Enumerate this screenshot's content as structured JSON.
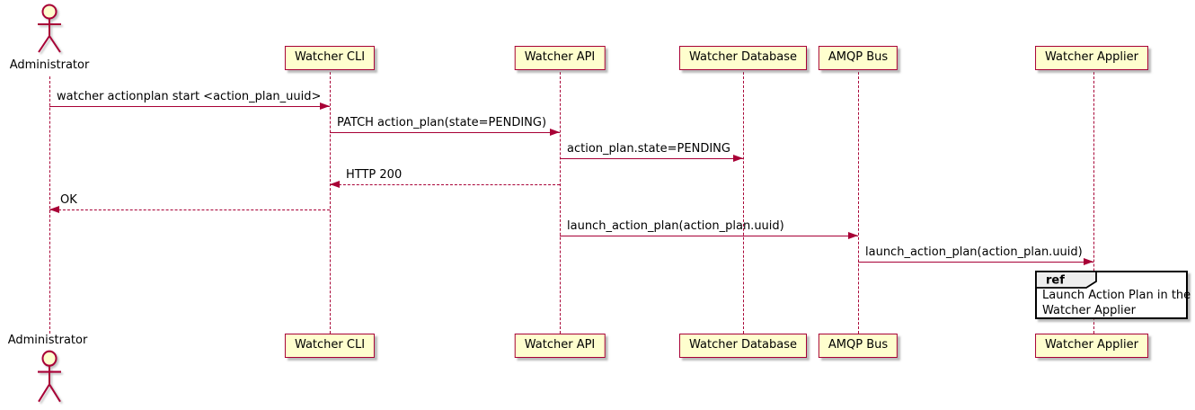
{
  "colors": {
    "accent": "#A80036",
    "participant_fill": "#FEFECE",
    "ref_header_fill": "#EEEEEE",
    "ref_border": "#000000",
    "text": "#000000"
  },
  "actor": {
    "name": "Administrator"
  },
  "participants": [
    {
      "name": "Watcher CLI"
    },
    {
      "name": "Watcher API"
    },
    {
      "name": "Watcher Database"
    },
    {
      "name": "AMQP Bus"
    },
    {
      "name": "Watcher Applier"
    }
  ],
  "messages": [
    {
      "from": "Administrator",
      "to": "Watcher CLI",
      "label": "watcher actionplan start <action_plan_uuid>",
      "line": "solid",
      "direction": "right"
    },
    {
      "from": "Watcher CLI",
      "to": "Watcher API",
      "label": "PATCH action_plan(state=PENDING)",
      "line": "solid",
      "direction": "right"
    },
    {
      "from": "Watcher API",
      "to": "Watcher Database",
      "label": "action_plan.state=PENDING",
      "line": "solid",
      "direction": "right"
    },
    {
      "from": "Watcher API",
      "to": "Watcher CLI",
      "label": "HTTP 200",
      "line": "dashed",
      "direction": "left"
    },
    {
      "from": "Watcher CLI",
      "to": "Administrator",
      "label": "OK",
      "line": "dashed",
      "direction": "left"
    },
    {
      "from": "Watcher API",
      "to": "AMQP Bus",
      "label": "launch_action_plan(action_plan.uuid)",
      "line": "solid",
      "direction": "right"
    },
    {
      "from": "AMQP Bus",
      "to": "Watcher Applier",
      "label": "launch_action_plan(action_plan.uuid)",
      "line": "solid",
      "direction": "right"
    }
  ],
  "ref_fragment": {
    "keyword": "ref",
    "lines": [
      "Launch Action Plan in the",
      "Watcher Applier"
    ]
  }
}
